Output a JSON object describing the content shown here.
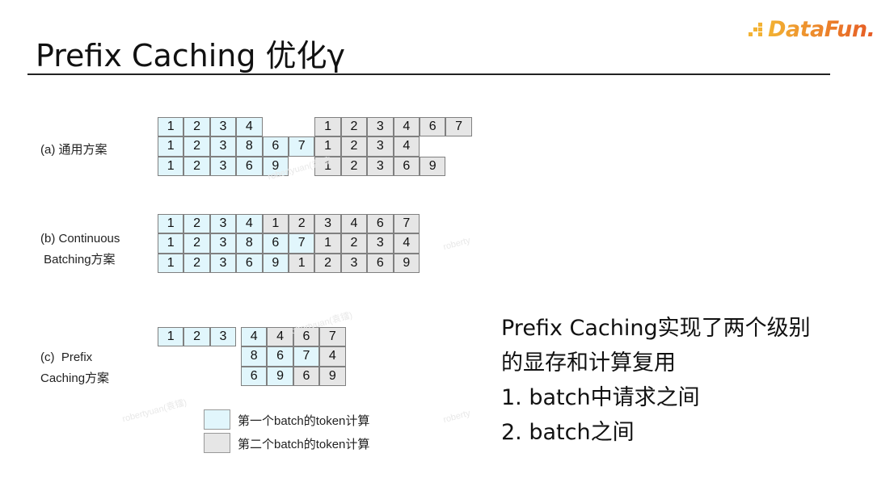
{
  "slide": {
    "title": "Prefix Caching 优化γ",
    "logo": {
      "text": "DataFun.",
      "colors": [
        "#f2b233",
        "#e65a25"
      ]
    }
  },
  "diagram": {
    "colors": {
      "batch1": "#e1f6fc",
      "batch2": "#e6e6e6",
      "border": "#808080"
    },
    "sections": [
      {
        "id": "a",
        "label_lines": [
          "(a) 通用方案"
        ],
        "rows": [
          {
            "cells": [
              {
                "v": "1",
                "col": 0,
                "b": 1
              },
              {
                "v": "2",
                "col": 1,
                "b": 1
              },
              {
                "v": "3",
                "col": 2,
                "b": 1
              },
              {
                "v": "4",
                "col": 3,
                "b": 1
              },
              {
                "v": "1",
                "col": 6,
                "b": 2
              },
              {
                "v": "2",
                "col": 7,
                "b": 2
              },
              {
                "v": "3",
                "col": 8,
                "b": 2
              },
              {
                "v": "4",
                "col": 9,
                "b": 2
              },
              {
                "v": "6",
                "col": 10,
                "b": 2
              },
              {
                "v": "7",
                "col": 11,
                "b": 2
              }
            ]
          },
          {
            "cells": [
              {
                "v": "1",
                "col": 0,
                "b": 1
              },
              {
                "v": "2",
                "col": 1,
                "b": 1
              },
              {
                "v": "3",
                "col": 2,
                "b": 1
              },
              {
                "v": "8",
                "col": 3,
                "b": 1
              },
              {
                "v": "6",
                "col": 4,
                "b": 1
              },
              {
                "v": "7",
                "col": 5,
                "b": 1
              },
              {
                "v": "1",
                "col": 6,
                "b": 2
              },
              {
                "v": "2",
                "col": 7,
                "b": 2
              },
              {
                "v": "3",
                "col": 8,
                "b": 2
              },
              {
                "v": "4",
                "col": 9,
                "b": 2
              }
            ]
          },
          {
            "cells": [
              {
                "v": "1",
                "col": 0,
                "b": 1
              },
              {
                "v": "2",
                "col": 1,
                "b": 1
              },
              {
                "v": "3",
                "col": 2,
                "b": 1
              },
              {
                "v": "6",
                "col": 3,
                "b": 1
              },
              {
                "v": "9",
                "col": 4,
                "b": 1
              },
              {
                "v": "1",
                "col": 6,
                "b": 2
              },
              {
                "v": "2",
                "col": 7,
                "b": 2
              },
              {
                "v": "3",
                "col": 8,
                "b": 2
              },
              {
                "v": "6",
                "col": 9,
                "b": 2
              },
              {
                "v": "9",
                "col": 10,
                "b": 2
              }
            ]
          }
        ]
      },
      {
        "id": "b",
        "label_lines": [
          "(b) Continuous",
          " Batching方案"
        ],
        "rows": [
          {
            "cells": [
              {
                "v": "1",
                "col": 0,
                "b": 1
              },
              {
                "v": "2",
                "col": 1,
                "b": 1
              },
              {
                "v": "3",
                "col": 2,
                "b": 1
              },
              {
                "v": "4",
                "col": 3,
                "b": 1
              },
              {
                "v": "1",
                "col": 4,
                "b": 2
              },
              {
                "v": "2",
                "col": 5,
                "b": 2
              },
              {
                "v": "3",
                "col": 6,
                "b": 2
              },
              {
                "v": "4",
                "col": 7,
                "b": 2
              },
              {
                "v": "6",
                "col": 8,
                "b": 2
              },
              {
                "v": "7",
                "col": 9,
                "b": 2
              }
            ]
          },
          {
            "cells": [
              {
                "v": "1",
                "col": 0,
                "b": 1
              },
              {
                "v": "2",
                "col": 1,
                "b": 1
              },
              {
                "v": "3",
                "col": 2,
                "b": 1
              },
              {
                "v": "8",
                "col": 3,
                "b": 1
              },
              {
                "v": "6",
                "col": 4,
                "b": 1
              },
              {
                "v": "7",
                "col": 5,
                "b": 1
              },
              {
                "v": "1",
                "col": 6,
                "b": 2
              },
              {
                "v": "2",
                "col": 7,
                "b": 2
              },
              {
                "v": "3",
                "col": 8,
                "b": 2
              },
              {
                "v": "4",
                "col": 9,
                "b": 2
              }
            ]
          },
          {
            "cells": [
              {
                "v": "1",
                "col": 0,
                "b": 1
              },
              {
                "v": "2",
                "col": 1,
                "b": 1
              },
              {
                "v": "3",
                "col": 2,
                "b": 1
              },
              {
                "v": "6",
                "col": 3,
                "b": 1
              },
              {
                "v": "9",
                "col": 4,
                "b": 1
              },
              {
                "v": "1",
                "col": 5,
                "b": 2
              },
              {
                "v": "2",
                "col": 6,
                "b": 2
              },
              {
                "v": "3",
                "col": 7,
                "b": 2
              },
              {
                "v": "6",
                "col": 8,
                "b": 2
              },
              {
                "v": "9",
                "col": 9,
                "b": 2
              }
            ]
          }
        ]
      },
      {
        "id": "c",
        "label_lines": [
          "(c)  Prefix",
          "Caching方案"
        ],
        "prefix_cells": [
          {
            "v": "1",
            "b": 1
          },
          {
            "v": "2",
            "b": 1
          },
          {
            "v": "3",
            "b": 1
          }
        ],
        "rows": [
          {
            "cells": [
              {
                "v": "4",
                "col": 0,
                "b": 1
              },
              {
                "v": "4",
                "col": 1,
                "b": 2
              },
              {
                "v": "6",
                "col": 2,
                "b": 2
              },
              {
                "v": "7",
                "col": 3,
                "b": 2
              }
            ]
          },
          {
            "cells": [
              {
                "v": "8",
                "col": 0,
                "b": 1
              },
              {
                "v": "6",
                "col": 1,
                "b": 1
              },
              {
                "v": "7",
                "col": 2,
                "b": 1
              },
              {
                "v": "4",
                "col": 3,
                "b": 2
              }
            ]
          },
          {
            "cells": [
              {
                "v": "6",
                "col": 0,
                "b": 1
              },
              {
                "v": "9",
                "col": 1,
                "b": 1
              },
              {
                "v": "6",
                "col": 2,
                "b": 2
              },
              {
                "v": "9",
                "col": 3,
                "b": 2
              }
            ]
          }
        ]
      }
    ],
    "legend": [
      {
        "label": "第一个batch的token计算",
        "b": 1
      },
      {
        "label": "第二个batch的token计算",
        "b": 2
      }
    ],
    "watermarks": [
      "robertyuan(袁镭)",
      "robertyuan(袁镭)",
      "robertyuan(袁镭)",
      "roberty",
      "roberty"
    ]
  },
  "notes": {
    "lines": [
      "Prefix Caching实现了两个级别",
      "的显存和计算复用",
      "1. batch中请求之间",
      "2. batch之间"
    ]
  }
}
